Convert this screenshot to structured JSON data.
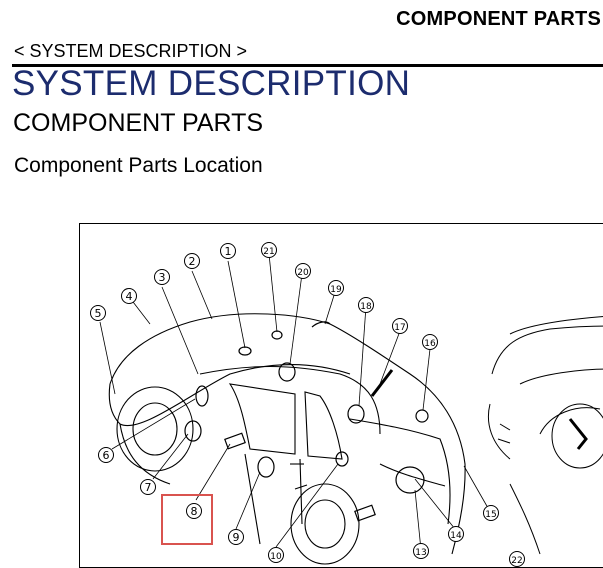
{
  "header": {
    "title": "COMPONENT PARTS"
  },
  "breadcrumb": "< SYSTEM DESCRIPTION >",
  "headings": {
    "system": "SYSTEM DESCRIPTION",
    "section": "COMPONENT PARTS",
    "sub": "Component Parts Location"
  },
  "figure": {
    "callouts": [
      "1",
      "2",
      "3",
      "4",
      "5",
      "6",
      "7",
      "8",
      "9",
      "10",
      "13",
      "14",
      "15",
      "16",
      "17",
      "18",
      "19",
      "20",
      "21",
      "22"
    ]
  }
}
